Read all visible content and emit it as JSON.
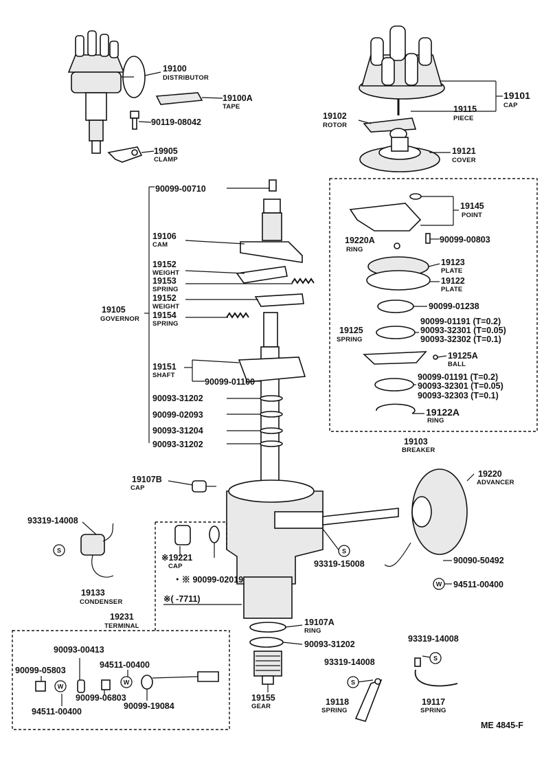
{
  "labels": {
    "distributor": {
      "num": "19100",
      "name": "DISTRIBUTOR"
    },
    "tape": {
      "num": "19100A",
      "name": "TAPE"
    },
    "bolt_08042": {
      "num": "90119-08042"
    },
    "clamp": {
      "num": "19905",
      "name": "CLAMP"
    },
    "cap": {
      "num": "19101",
      "name": "CAP"
    },
    "piece": {
      "num": "19115",
      "name": "PIECE"
    },
    "rotor": {
      "num": "19102",
      "name": "ROTOR"
    },
    "cover": {
      "num": "19121",
      "name": "COVER"
    },
    "screw_00710": {
      "num": "90099-00710"
    },
    "cam": {
      "num": "19106",
      "name": "CAM"
    },
    "weight1": {
      "num": "19152",
      "name": "WEIGHT"
    },
    "spring_19153": {
      "num": "19153",
      "name": "SPRING"
    },
    "weight2": {
      "num": "19152",
      "name": "WEIGHT"
    },
    "spring_19154": {
      "num": "19154",
      "name": "SPRING"
    },
    "governor": {
      "num": "19105",
      "name": "GOVERNOR"
    },
    "shaft": {
      "num": "19151",
      "name": "SHAFT"
    },
    "washer_01100": {
      "num": "90099-01100"
    },
    "washer_31202a": {
      "num": "90093-31202"
    },
    "washer_02093": {
      "num": "90099-02093"
    },
    "washer_31204": {
      "num": "90093-31204"
    },
    "washer_31202b": {
      "num": "90093-31202"
    },
    "point": {
      "num": "19145",
      "name": "POINT"
    },
    "ring_19220a": {
      "num": "19220A",
      "name": "RING"
    },
    "screw_00803": {
      "num": "90099-00803"
    },
    "plate1": {
      "num": "19123",
      "name": "PLATE"
    },
    "plate2": {
      "num": "19122",
      "name": "PLATE"
    },
    "washer_01238": {
      "num": "90099-01238"
    },
    "shim_a1": {
      "num": "90099-01191 (T=0.2)"
    },
    "shim_a2": {
      "num": "90093-32301 (T=0.05)"
    },
    "shim_a3": {
      "num": "90093-32302 (T=0.1)"
    },
    "spring_19125": {
      "num": "19125",
      "name": "SPRING"
    },
    "ball": {
      "num": "19125A",
      "name": "BALL"
    },
    "shim_b1": {
      "num": "90099-01191 (T=0.2)"
    },
    "shim_b2": {
      "num": "90093-32301 (T=0.05)"
    },
    "shim_b3": {
      "num": "90093-32303 (T=0.1)"
    },
    "ring_19122a": {
      "num": "19122A",
      "name": "RING"
    },
    "breaker": {
      "num": "19103",
      "name": "BREAKER"
    },
    "cap_19107b": {
      "num": "19107B",
      "name": "CAP"
    },
    "advancer": {
      "num": "19220",
      "name": "ADVANCER"
    },
    "screw_14008a": {
      "num": "93319-14008"
    },
    "cap_19221": {
      "num": "※19221",
      "name": "CAP"
    },
    "seal_02019": {
      "num": "・※ 90099-02019"
    },
    "screw_15008": {
      "num": "93319-15008"
    },
    "screw_50492": {
      "num": "90090-50492"
    },
    "washer_00400a": {
      "num": "94511-00400"
    },
    "condenser": {
      "num": "19133",
      "name": "CONDENSER"
    },
    "date_note": {
      "num": "※(      -7711)"
    },
    "terminal": {
      "num": "19231",
      "name": "TERMINAL"
    },
    "ring_19107a": {
      "num": "19107A",
      "name": "RING"
    },
    "washer_31202c": {
      "num": "90093-31202"
    },
    "nut_00413": {
      "num": "90093-00413"
    },
    "nut_05803": {
      "num": "90099-05803"
    },
    "washer_00400b": {
      "num": "94511-00400"
    },
    "nut_06803": {
      "num": "90099-06803"
    },
    "washer_00400c": {
      "num": "94511-00400"
    },
    "insul_19084": {
      "num": "90099-19084"
    },
    "gear": {
      "num": "19155",
      "name": "GEAR"
    },
    "screw_14008b": {
      "num": "93319-14008"
    },
    "spring_19118": {
      "num": "19118",
      "name": "SPRING"
    },
    "screw_14008c": {
      "num": "93319-14008"
    },
    "spring_19117": {
      "num": "19117",
      "name": "SPRING"
    },
    "ref_code": {
      "num": "ME 4845-F"
    }
  },
  "markers": {
    "s": "S",
    "w": "W"
  }
}
